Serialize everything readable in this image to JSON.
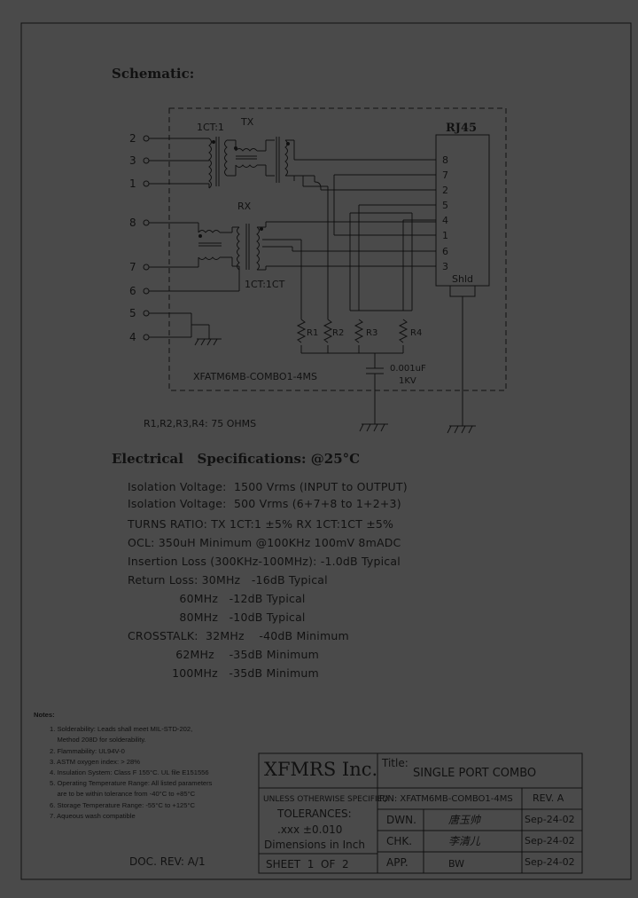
{
  "schematic": {
    "heading": "Schematic:",
    "tx_label": "TX",
    "tx_ratio": "1CT:1",
    "rx_label": "RX",
    "rx_ratio": "1CT:1CT",
    "part_label": "XFATM6MB-COMBO1-4MS",
    "connector": "RJ45",
    "shield": "Shld",
    "left_pins": [
      "2",
      "3",
      "1",
      "8",
      "7",
      "6",
      "5",
      "4"
    ],
    "rj45_pins": [
      "8",
      "7",
      "2",
      "5",
      "4",
      "1",
      "6",
      "3"
    ],
    "resistors": [
      "R1",
      "R2",
      "R3",
      "R4"
    ],
    "cap_value": "0.001uF",
    "cap_voltage": "1KV",
    "resistor_note": "R1,R2,R3,R4: 75 OHMS"
  },
  "electrical": {
    "heading": "Electrical   Specifications: @25°C",
    "lines": [
      "Isolation Voltage:  1500 Vrms (INPUT to OUTPUT)",
      "Isolation Voltage:  500 Vrms (6+7+8 to 1+2+3)",
      "TURNS RATIO: TX 1CT:1 ±5% RX 1CT:1CT ±5%",
      "OCL: 350uH Minimum @100KHz 100mV 8mADC",
      "Insertion Loss (300KHz-100MHz): -1.0dB Typical",
      "Return Loss: 30MHz   -16dB Typical",
      "              60MHz   -12dB Typical",
      "              80MHz   -10dB Typical",
      "CROSSTALK:  32MHz    -40dB Minimum",
      "             62MHz    -35dB Minimum",
      "            100MHz   -35dB Minimum"
    ]
  },
  "notes": {
    "heading": "Notes:",
    "items": [
      "1. Solderability: Leads shall meet MIL-STD-202,",
      "    Method 208D for solderability.",
      "2. Flammability: UL94V-0",
      "3. ASTM oxygen index: > 28%",
      "4. Insulation System: Class F 155°C. UL file E151556",
      "5. Operating Temperature Range: All listed parameters",
      "    are to be within tolerance from -40°C to +85°C",
      "6. Storage Temperature Range: -55°C to +125°C",
      "7. Aqueous wash compatible"
    ]
  },
  "doc_rev": "DOC. REV: A/1",
  "title_block": {
    "company": "XFMRS Inc.",
    "title_label": "Title:",
    "title": "SINGLE PORT COMBO",
    "unless": "UNLESS OTHERWISE SPECIFIED",
    "tolerances": "TOLERANCES:",
    "xxx": ".xxx ±0.010",
    "dimensions": "Dimensions in Inch",
    "sheet": "SHEET  1  OF  2",
    "pn": "P/N: XFATM6MB-COMBO1-4MS",
    "rev": "REV. A",
    "dwn_label": "DWN.",
    "dwn_name": "唐玉帅",
    "dwn_date": "Sep-24-02",
    "chk_label": "CHK.",
    "chk_name": "李清儿",
    "chk_date": "Sep-24-02",
    "app_label": "APP.",
    "app_name": "BW",
    "app_date": "Sep-24-02"
  }
}
